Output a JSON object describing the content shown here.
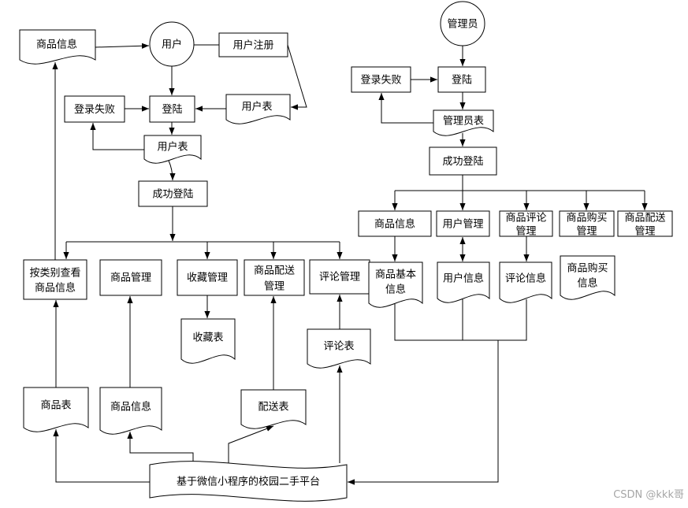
{
  "user_side": {
    "product_info_doc": "商品信息",
    "user": "用户",
    "register": "用户注册",
    "user_table_1": "用户表",
    "login": "登陆",
    "login_failed": "登录失败",
    "user_table_2": "用户表",
    "login_success": "成功登陆",
    "functions": {
      "browse_by_category": [
        "按类别查看",
        "商品信息"
      ],
      "product_management": "商品管理",
      "favorites_management": "收藏管理",
      "delivery_management": [
        "商品配送",
        "管理"
      ],
      "review_management": "评论管理"
    },
    "stores": {
      "favorites_table": "收藏表",
      "review_table": "评论表",
      "product_table": "商品表",
      "product_info": "商品信息",
      "delivery_table": "配送表"
    }
  },
  "platform": "基于微信小程序的校园二手平台",
  "admin_side": {
    "admin": "管理员",
    "login": "登陆",
    "login_failed": "登录失败",
    "admin_table": "管理员表",
    "login_success": "成功登陆",
    "functions": {
      "product_info": "商品信息",
      "user_management": "用户管理",
      "review_management": [
        "商品评论",
        "管理"
      ],
      "purchase_management": [
        "商品购买",
        "管理"
      ],
      "delivery_management": [
        "商品配送",
        "管理"
      ]
    },
    "stores": {
      "product_basic_info": [
        "商品基本",
        "信息"
      ],
      "user_info": "用户信息",
      "review_info": "评论信息",
      "purchase_info": [
        "商品购买",
        "信息"
      ]
    }
  },
  "watermark": "CSDN @kkk哥",
  "colors": {
    "line": "#000000",
    "fill": "#ffffff",
    "watermark": "#a6a6a6"
  }
}
